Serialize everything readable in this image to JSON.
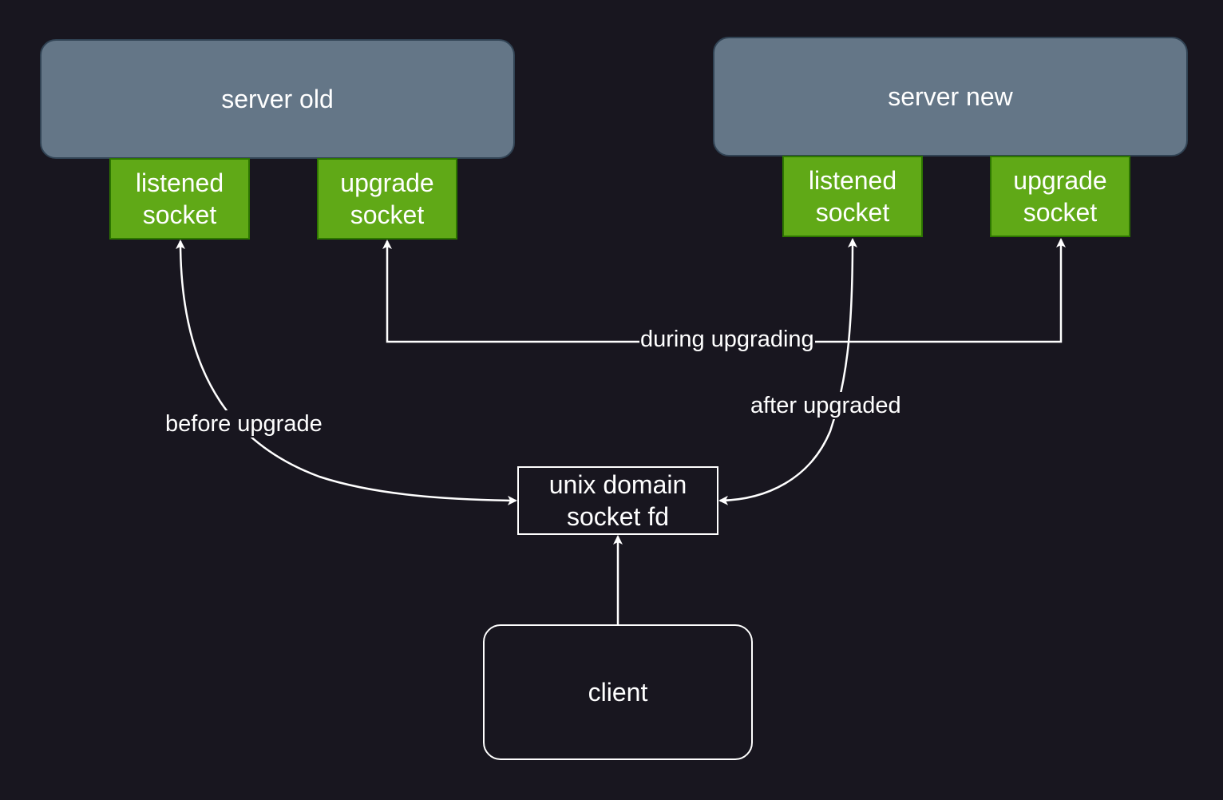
{
  "nodes": {
    "server_old": "server old",
    "server_new": "server new",
    "old_listened_socket": "listened\nsocket",
    "old_upgrade_socket": "upgrade\nsocket",
    "new_listened_socket": "listened\nsocket",
    "new_upgrade_socket": "upgrade\nsocket",
    "unix_domain_socket_fd": "unix domain\nsocket fd",
    "client": "client"
  },
  "edges": {
    "before_upgrade": "before upgrade",
    "during_upgrading": "during upgrading",
    "after_upgraded": "after upgraded"
  },
  "colors": {
    "background": "#18161f",
    "server_fill": "#647687",
    "server_stroke": "#314354",
    "socket_fill": "#60a917",
    "socket_stroke": "#2d7600",
    "line": "#ffffff"
  }
}
